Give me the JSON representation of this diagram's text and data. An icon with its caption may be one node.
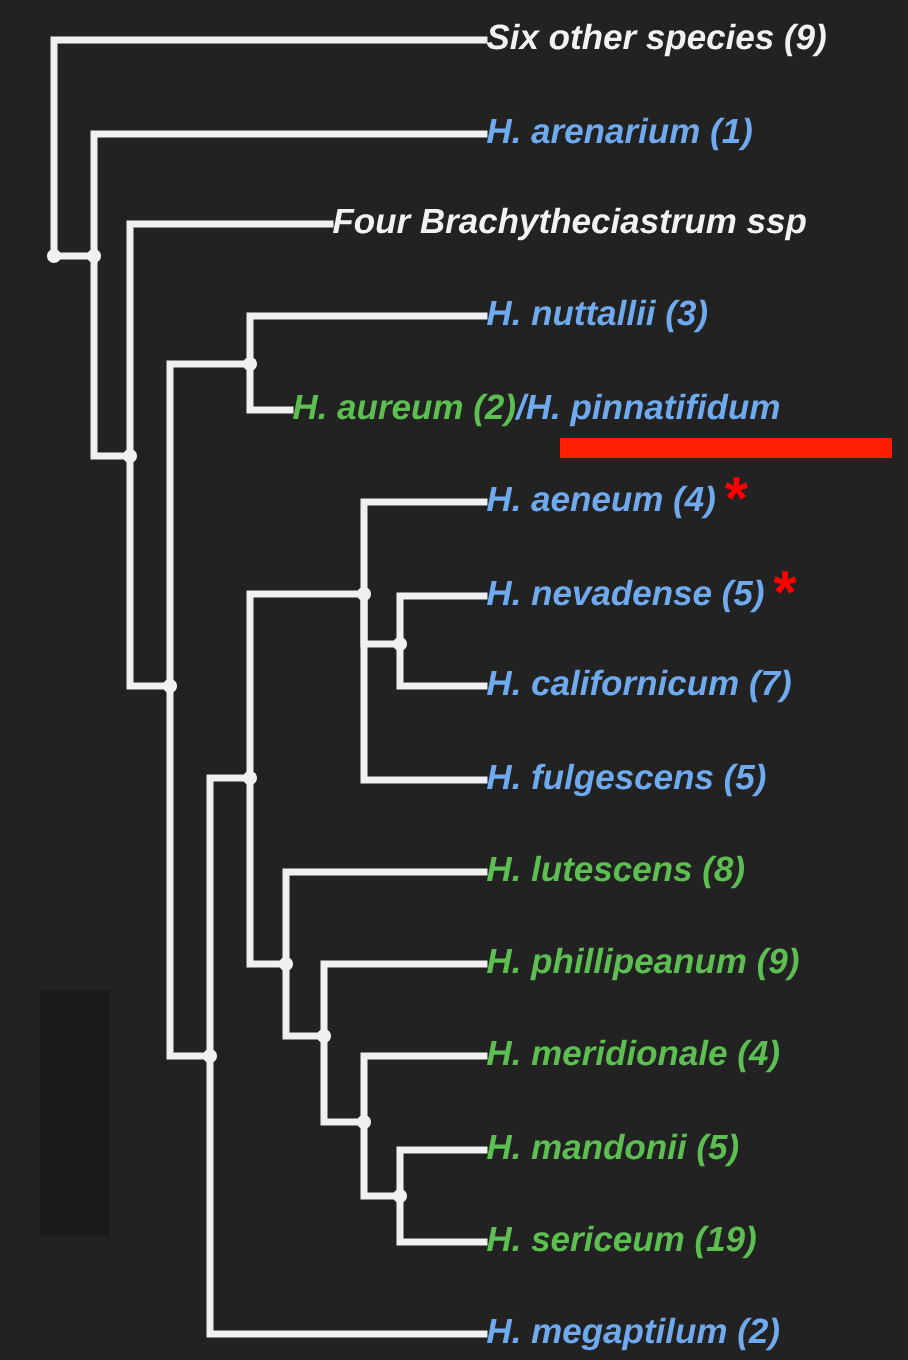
{
  "diagram": {
    "nodes": [
      {
        "text": [
          "Six other species (9)"
        ]
      },
      {
        "text": [
          "H. arenarium (1)"
        ]
      },
      {
        "text": [
          "Four Brachytheciastrum ssp"
        ]
      },
      {
        "text": [
          "H. nuttallii (3)"
        ]
      },
      {
        "text": [
          "H. aureum (2)",
          "/H. pinnatifidum"
        ]
      },
      {
        "text": [
          "H. aeneum (4)"
        ],
        "beside": [
          "*"
        ]
      },
      {
        "text": [
          "H. nevadense (5)"
        ],
        "beside": [
          "*"
        ]
      },
      {
        "text": [
          "H. californicum (7)"
        ]
      },
      {
        "text": [
          "H. fulgescens (5)"
        ]
      },
      {
        "text": [
          "H. lutescens (8)"
        ]
      },
      {
        "text": [
          "H. phillipeanum (9)"
        ]
      },
      {
        "text": [
          "H. meridionale (4)"
        ]
      },
      {
        "text": [
          "H. mandonii (5)"
        ]
      },
      {
        "text": [
          "H. sericeum (19)"
        ]
      },
      {
        "text": [
          "H. megaptilum (2)"
        ]
      },
      {
        "text": [],
        "shape": "point"
      },
      {
        "text": [],
        "shape": "point"
      },
      {
        "text": [],
        "shape": "point"
      },
      {
        "text": [],
        "shape": "point"
      },
      {
        "text": [],
        "shape": "point"
      },
      {
        "text": [],
        "shape": "point"
      },
      {
        "text": [],
        "shape": "point"
      },
      {
        "text": [],
        "shape": "point"
      },
      {
        "text": [],
        "shape": "point"
      },
      {
        "text": [],
        "shape": "point"
      },
      {
        "text": [],
        "shape": "point"
      },
      {
        "text": [],
        "shape": "point"
      },
      {
        "text": [],
        "shape": "point"
      },
      {
        "text": [],
        "shape": "box"
      }
    ],
    "edges": [
      {
        "from": 15,
        "to": 0,
        "arrow": "none"
      },
      {
        "from": 15,
        "to": 16,
        "arrow": "none"
      },
      {
        "from": 16,
        "to": 1,
        "arrow": "none"
      },
      {
        "from": 16,
        "to": 17,
        "arrow": "none"
      },
      {
        "from": 17,
        "to": 2,
        "arrow": "none"
      },
      {
        "from": 17,
        "to": 18,
        "arrow": "none"
      },
      {
        "from": 18,
        "to": 19,
        "arrow": "none"
      },
      {
        "from": 18,
        "to": 20,
        "arrow": "none"
      },
      {
        "from": 19,
        "to": 3,
        "arrow": "none"
      },
      {
        "from": 19,
        "to": 4,
        "arrow": "none"
      },
      {
        "from": 20,
        "to": 21,
        "arrow": "none"
      },
      {
        "from": 20,
        "to": 14,
        "arrow": "none"
      },
      {
        "from": 21,
        "to": 22,
        "arrow": "none"
      },
      {
        "from": 21,
        "to": 24,
        "arrow": "none"
      },
      {
        "from": 22,
        "to": 5,
        "arrow": "none"
      },
      {
        "from": 22,
        "to": 23,
        "arrow": "none"
      },
      {
        "from": 22,
        "to": 8,
        "arrow": "none"
      },
      {
        "from": 23,
        "to": 6,
        "arrow": "none"
      },
      {
        "from": 23,
        "to": 7,
        "arrow": "none"
      },
      {
        "from": 24,
        "to": 9,
        "arrow": "none"
      },
      {
        "from": 24,
        "to": 25,
        "arrow": "none"
      },
      {
        "from": 25,
        "to": 10,
        "arrow": "none"
      },
      {
        "from": 25,
        "to": 26,
        "arrow": "none"
      },
      {
        "from": 26,
        "to": 11,
        "arrow": "none"
      },
      {
        "from": 26,
        "to": 27,
        "arrow": "none"
      },
      {
        "from": 27,
        "to": 12,
        "arrow": "none"
      },
      {
        "from": 27,
        "to": 13,
        "arrow": "none"
      }
    ]
  }
}
